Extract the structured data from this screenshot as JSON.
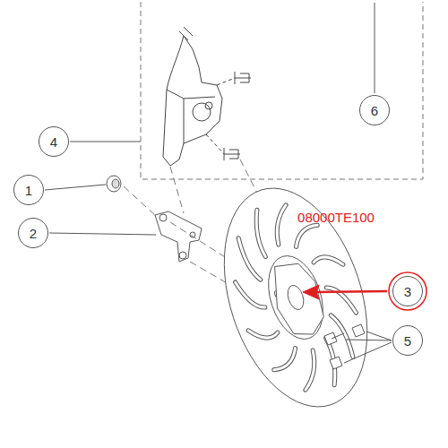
{
  "diagram": {
    "nodes": [
      {
        "text": [
          "6"
        ]
      },
      {
        "text": [
          "4"
        ]
      },
      {
        "text": [
          "1"
        ]
      },
      {
        "text": [
          "2"
        ]
      },
      {
        "text": [
          "3"
        ]
      },
      {
        "text": [
          "5"
        ]
      }
    ],
    "labels": [
      "08000TE100"
    ]
  }
}
